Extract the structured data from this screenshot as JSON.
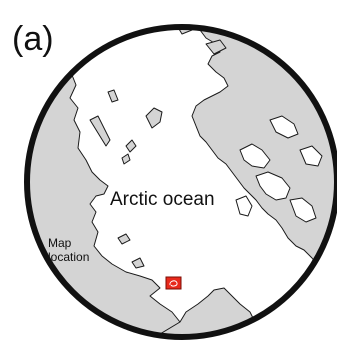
{
  "figure": {
    "panel_label": "(a)",
    "ocean_label": "Arctic ocean",
    "location_label_line1": "Map",
    "location_label_line2": "location"
  },
  "colors": {
    "land": "#d4d4d4",
    "coast": "#1a1a1a",
    "ocean": "#ffffff",
    "frame": "#111111",
    "marker": "#e8291c"
  }
}
